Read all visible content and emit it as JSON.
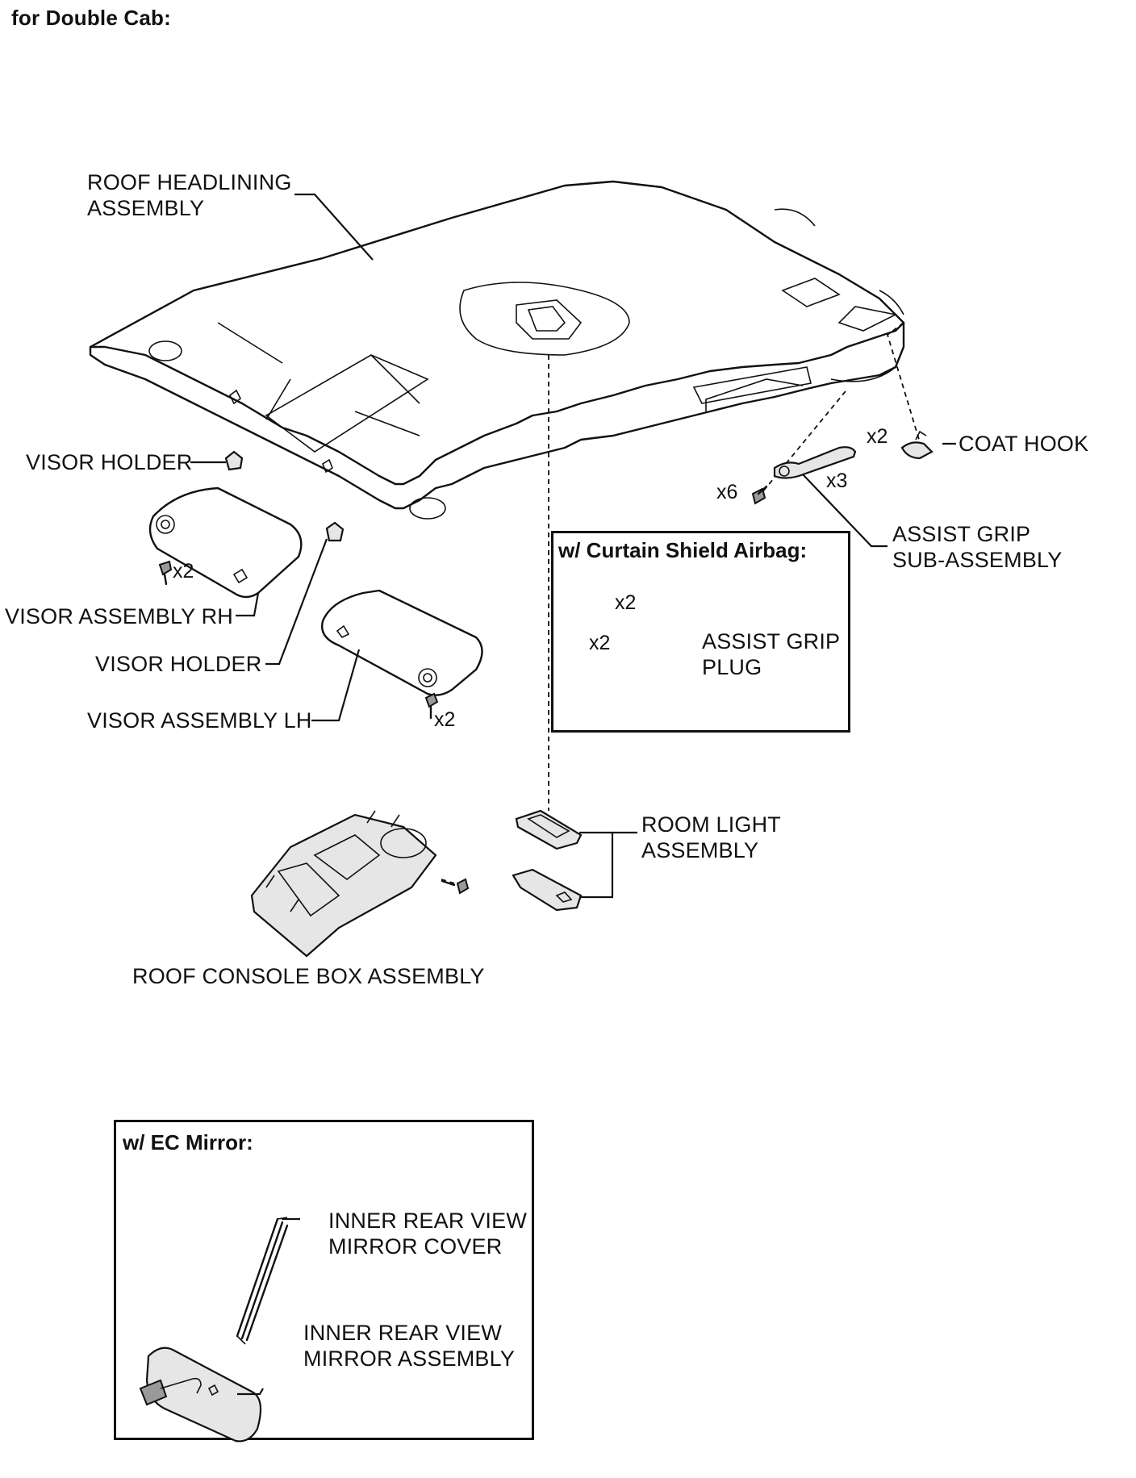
{
  "header": {
    "title": "for Double Cab:"
  },
  "labels": {
    "roof_headlining": "ROOF HEADLINING\nASSEMBLY",
    "visor_holder_1": "VISOR HOLDER",
    "visor_assembly_rh": "VISOR ASSEMBLY RH",
    "visor_holder_2": "VISOR HOLDER",
    "visor_assembly_lh": "VISOR ASSEMBLY LH",
    "coat_hook": "COAT HOOK",
    "assist_grip_sub": "ASSIST GRIP\nSUB-ASSEMBLY",
    "assist_grip_plug": "ASSIST GRIP\nPLUG",
    "room_light": "ROOM LIGHT\nASSEMBLY",
    "roof_console": "ROOF CONSOLE BOX ASSEMBLY",
    "mirror_cover": "INNER REAR VIEW\nMIRROR COVER",
    "mirror_assembly": "INNER REAR VIEW\nMIRROR ASSEMBLY"
  },
  "quantities": {
    "visor_rh_screws": "x2",
    "visor_lh_screws": "x2",
    "grip_screws": "x6",
    "grip_count": "x3",
    "coat_hook_count": "x2",
    "plug_count": "x2",
    "plug_screws": "x2"
  },
  "insets": {
    "curtain_airbag": {
      "title": "w/ Curtain Shield Airbag:"
    },
    "ec_mirror": {
      "title": "w/ EC Mirror:"
    }
  },
  "icons": [
    "screw-icon",
    "clip-icon",
    "visor-icon",
    "headliner-icon",
    "mirror-icon"
  ]
}
